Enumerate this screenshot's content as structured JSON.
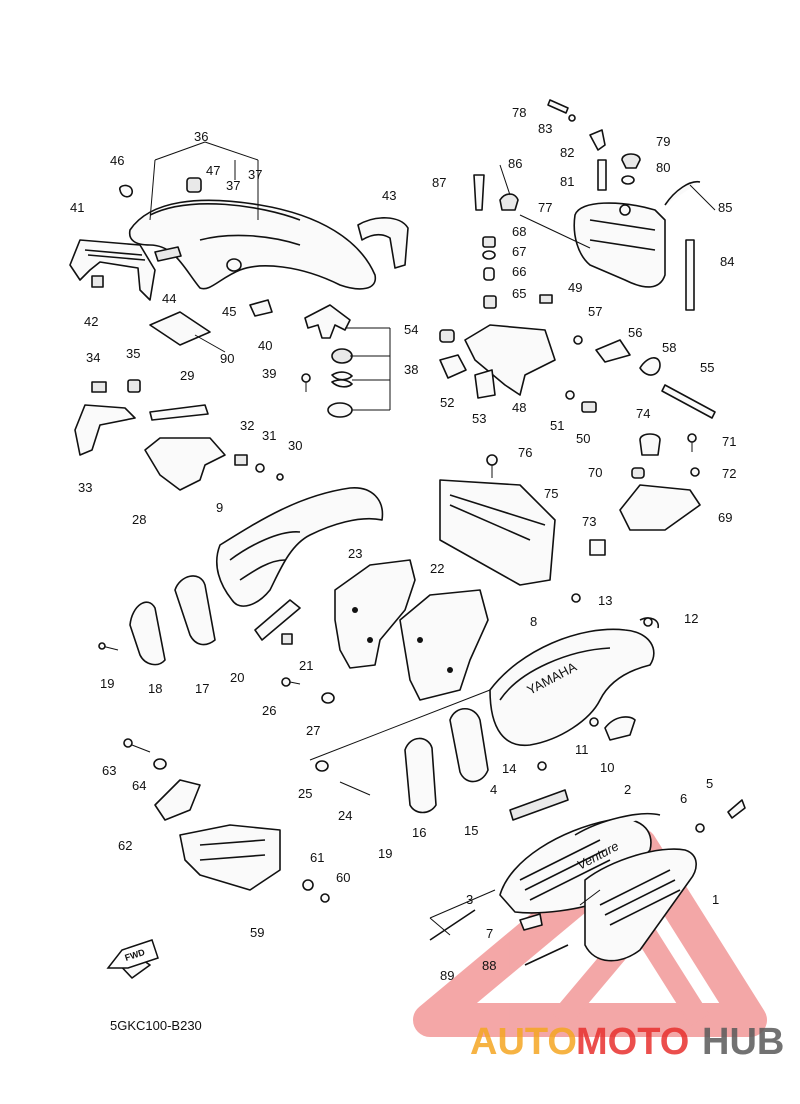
{
  "diagram": {
    "drawing_code": "5GKC100-B230",
    "direction_mark": "FWD",
    "decal_text": "YAMAHA",
    "logo_text": "Venture",
    "part_labels": [
      "1",
      "2",
      "3",
      "4",
      "5",
      "6",
      "7",
      "8",
      "9",
      "10",
      "11",
      "12",
      "13",
      "14",
      "15",
      "16",
      "17",
      "18",
      "19",
      "20",
      "21",
      "22",
      "23",
      "24",
      "25",
      "26",
      "27",
      "28",
      "29",
      "30",
      "31",
      "32",
      "33",
      "34",
      "35",
      "36",
      "37",
      "38",
      "39",
      "40",
      "41",
      "42",
      "43",
      "44",
      "45",
      "46",
      "47",
      "48",
      "49",
      "50",
      "51",
      "52",
      "53",
      "54",
      "55",
      "56",
      "57",
      "58",
      "59",
      "60",
      "61",
      "62",
      "63",
      "64",
      "65",
      "66",
      "67",
      "68",
      "69",
      "70",
      "71",
      "72",
      "73",
      "74",
      "75",
      "76",
      "77",
      "78",
      "79",
      "80",
      "81",
      "82",
      "83",
      "84",
      "85",
      "86",
      "87",
      "88",
      "89",
      "90"
    ]
  },
  "watermark": {
    "part1": "AUTO",
    "part2": "MOTO",
    "part3": "HUB",
    "color_orange": "#f5a623",
    "color_red": "#e8312f",
    "color_gray": "#5a5a5a",
    "triangle_color": "#f08a8a"
  }
}
